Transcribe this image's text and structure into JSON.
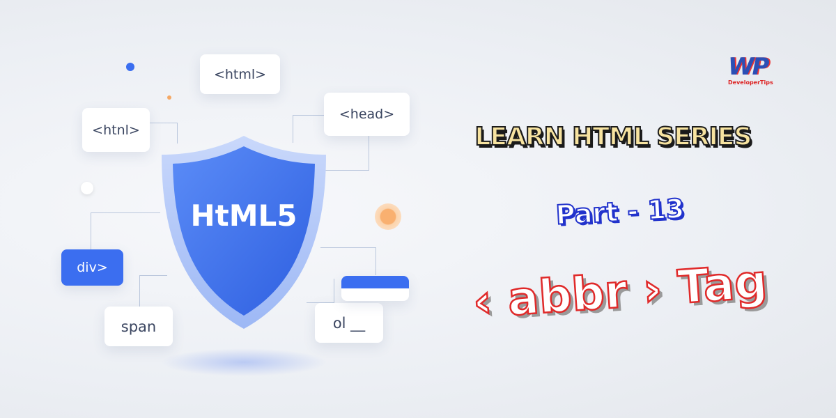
{
  "cards": {
    "html_top": "<html>",
    "html_left": "<htnl>",
    "head": "<head>",
    "div": "div>",
    "span": "span",
    "ol": "ol __"
  },
  "shield_label": "HtML5",
  "title": "LEARN HTML SERIES",
  "part": "Part - 13",
  "topic": "‹ abbr › Tag",
  "logo": {
    "mark": "WP",
    "sub": "DeveloperTips"
  },
  "colors": {
    "blue": "#3b6ef0",
    "orange": "#f5a865",
    "red": "#e02a2a",
    "yellow": "#f7e3a0"
  }
}
